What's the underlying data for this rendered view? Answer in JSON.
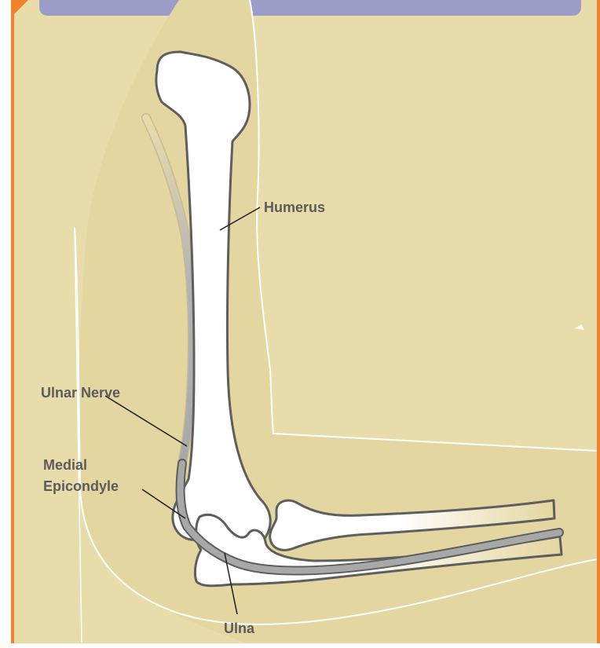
{
  "header": {
    "title": ""
  },
  "labels": {
    "humerus": "Humerus",
    "ulnar_nerve": "Ulnar Nerve",
    "medial_epicondyle_line1": "Medial",
    "medial_epicondyle_line2": "Epicondyle",
    "ulna": "Ulna"
  },
  "colors": {
    "frame_orange": "#f0822b",
    "header_band": "#9b9dc6",
    "background_light": "#e9dcab",
    "arm_skin": "#e4d6a0",
    "bone": "#ffffff",
    "outline": "#5e5e5e",
    "nerve": "#a8a8a8",
    "label_text": "#5b5b5b"
  }
}
